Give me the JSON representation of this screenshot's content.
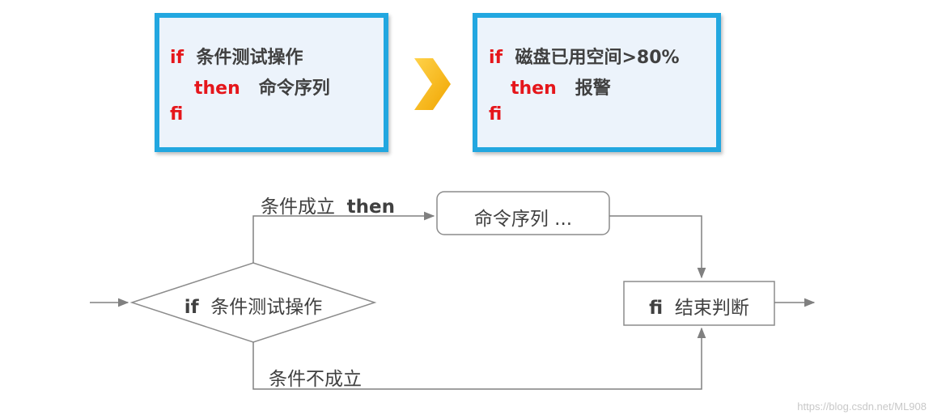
{
  "syntax_box": {
    "if_kw": "if",
    "condition": "条件测试操作",
    "then_kw": "then",
    "commands": "命令序列",
    "fi_kw": "fi"
  },
  "example_box": {
    "if_kw": "if",
    "condition": "磁盘已用空间>80%",
    "then_kw": "then",
    "action": "报警",
    "fi_kw": "fi"
  },
  "flowchart": {
    "true_branch_label": "条件成立",
    "true_branch_kw": "then",
    "command_node": "命令序列 ...",
    "decision_kw": "if",
    "decision_text": "条件测试操作",
    "end_kw": "fi",
    "end_text": "结束判断",
    "false_branch_label": "条件不成立"
  },
  "watermark": "https://blog.csdn.net/ML908",
  "colors": {
    "box_border": "#22a7e0",
    "box_fill": "#ecf3fb",
    "keyword": "#e5161b",
    "text": "#404040",
    "arrow": "#f5b800",
    "lines": "#808080"
  }
}
